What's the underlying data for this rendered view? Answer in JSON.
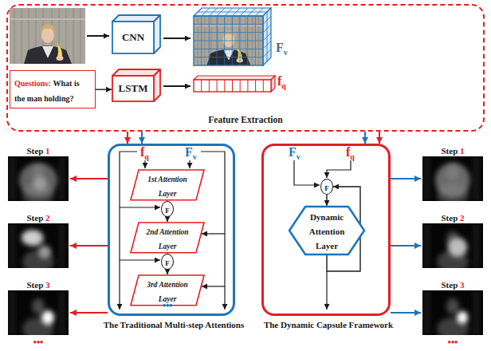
{
  "diagram": {
    "nodes": [
      {
        "text": [
          "Feature Extraction"
        ]
      },
      {
        "text": [
          "CNN"
        ],
        "in": 0
      },
      {
        "text": [
          "Questions:",
          "What is the man holding?"
        ],
        "in": 0
      },
      {
        "text": [
          "LSTM"
        ],
        "in": 0
      },
      {
        "text": [
          "Step 1"
        ]
      },
      {
        "text": [
          "Step 2"
        ]
      },
      {
        "text": [
          "Step 3"
        ]
      },
      {
        "text": [
          "The Traditional Multi-step Attentions"
        ]
      },
      {
        "text": [
          "1st Attention Layer"
        ],
        "in": 7
      },
      {
        "text": [
          "F"
        ],
        "in": 7
      },
      {
        "text": [
          "2nd Attention Layer"
        ],
        "in": 7
      },
      {
        "text": [
          "F"
        ],
        "in": 7
      },
      {
        "text": [
          "3rd Attention Layer"
        ],
        "in": 7
      },
      {
        "text": [
          "The Dynamic Capsule Framework"
        ]
      },
      {
        "text": [
          "F"
        ],
        "in": 13
      },
      {
        "text": [
          "Dynamic Attention Layer"
        ],
        "in": 13
      },
      {
        "text": [
          "Step 1"
        ]
      },
      {
        "text": [
          "Step 2"
        ]
      },
      {
        "text": [
          "Step 3"
        ]
      }
    ],
    "edges": [
      {
        "from": 2,
        "to": 3,
        "arrow": "to"
      },
      {
        "from": 0,
        "to": 7,
        "arrow": "to"
      },
      {
        "from": 0,
        "to": 7,
        "arrow": "to"
      },
      {
        "from": 0,
        "to": 13,
        "arrow": "to"
      },
      {
        "from": 0,
        "to": 13,
        "arrow": "to"
      },
      {
        "from": 8,
        "to": 9,
        "arrow": "to"
      },
      {
        "from": 9,
        "to": 10,
        "arrow": "to"
      },
      {
        "from": 10,
        "to": 11,
        "arrow": "to"
      },
      {
        "from": 11,
        "to": 12,
        "arrow": "to"
      },
      {
        "from": 14,
        "to": 15,
        "arrow": "to"
      },
      {
        "from": 15,
        "to": 14,
        "arrow": "to"
      },
      {
        "from": 7,
        "to": 4,
        "arrow": "to"
      },
      {
        "from": 7,
        "to": 5,
        "arrow": "to"
      },
      {
        "from": 7,
        "to": 6,
        "arrow": "to"
      },
      {
        "from": 13,
        "to": 16,
        "arrow": "to"
      },
      {
        "from": 13,
        "to": 17,
        "arrow": "to"
      },
      {
        "from": 13,
        "to": 18,
        "arrow": "to"
      }
    ],
    "labels": [
      "Fv",
      "fq",
      "fq",
      "Fv",
      "•••",
      "Fv",
      "fq",
      "•••",
      "•••"
    ]
  }
}
